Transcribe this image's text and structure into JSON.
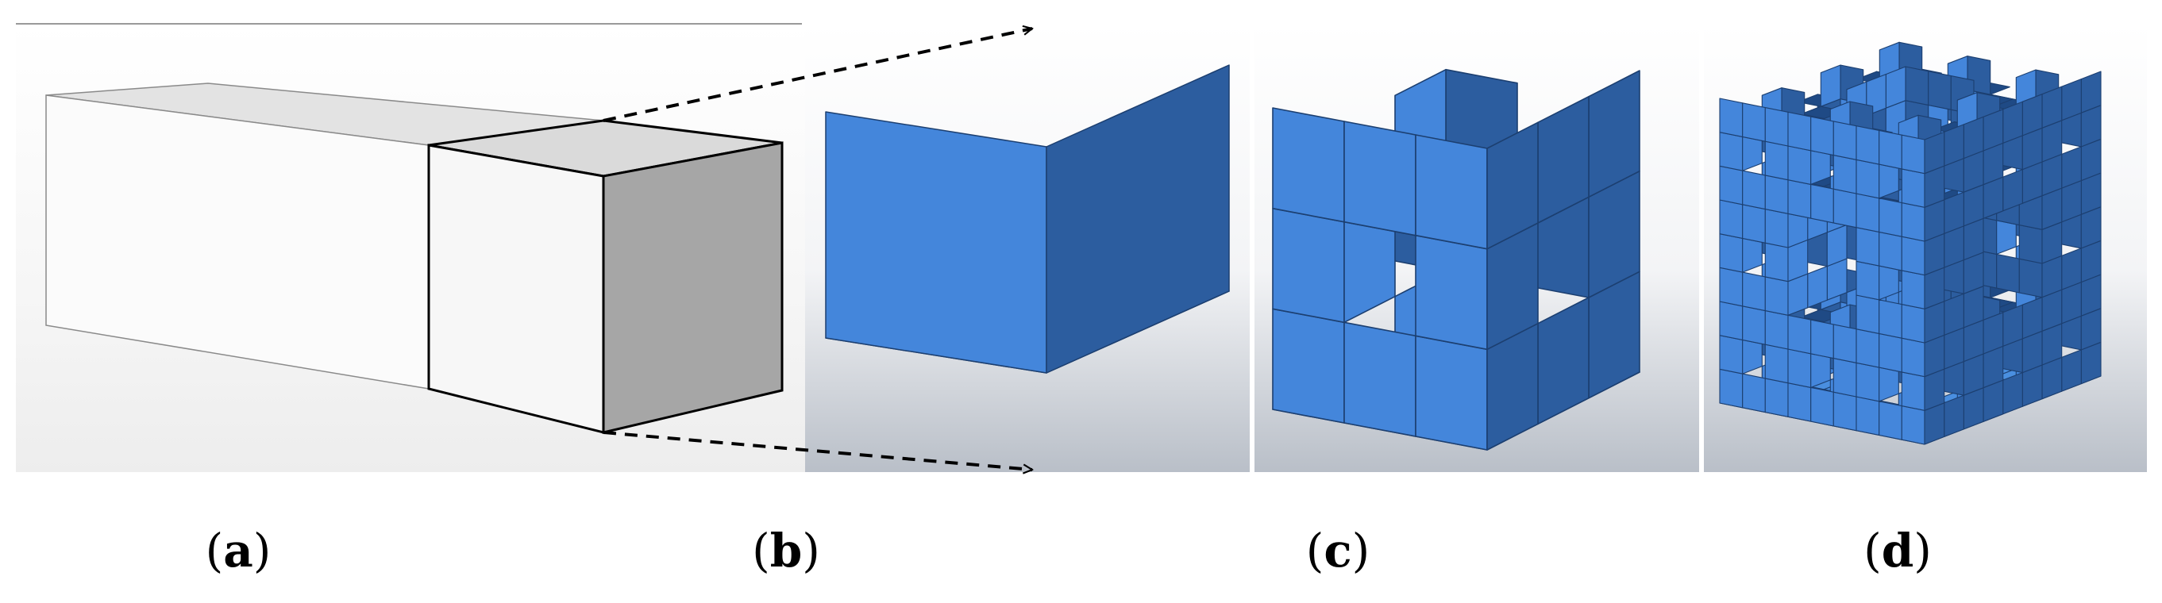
{
  "figure": {
    "panels": [
      {
        "id": "a",
        "caption_letter": "a",
        "content": "beam-with-end-element"
      },
      {
        "id": "b",
        "caption_letter": "b",
        "content": "solid-cube",
        "level": 0
      },
      {
        "id": "c",
        "caption_letter": "c",
        "content": "menger-sponge",
        "level": 1
      },
      {
        "id": "d",
        "caption_letter": "d",
        "content": "menger-sponge",
        "level": 2
      }
    ],
    "colors": {
      "cube_top": "#4a8fe0",
      "cube_left": "#4486db",
      "cube_right": "#2c5d9f",
      "hole_shadow": "#1f4a85",
      "grid_line": "#1c3f70",
      "beam_end_shade": "#a6a6a6",
      "beam_top": "#dedede",
      "panel_bg_top": "#ffffff",
      "panel_bg_bottom": "#b9bfc8"
    },
    "connector": "dashed-arrow"
  }
}
